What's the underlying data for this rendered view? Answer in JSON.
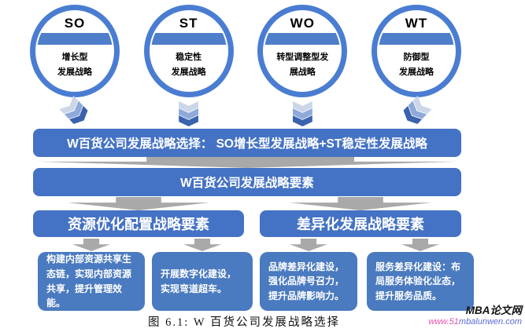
{
  "colors": {
    "accent_blue": "#4472c4",
    "ring_blue": "#4a7dd2",
    "band_blue": "#4f7ecb",
    "box_blue": "#4a7abf",
    "arrow_gray": "#a9a9a9",
    "chevron_light": "#ccd6e9",
    "chevron_mid": "#8ea9da",
    "chevron_dark": "#3a62ad",
    "watermark_pink": "#ef4fae",
    "watermark_blue": "#5a6bd8"
  },
  "circles": [
    {
      "code": "SO",
      "label": "增长型\n发展战略"
    },
    {
      "code": "ST",
      "label": "稳定性\n发展战略"
    },
    {
      "code": "WO",
      "label": "转型调整型发\n展战略"
    },
    {
      "code": "WT",
      "label": "防御型\n发展战略"
    }
  ],
  "banners": {
    "selection": "W百货公司发展战略选择： SO增长型发展战略+ST稳定性发展战略",
    "elements": "W百货公司发展战略要素",
    "left_factor": "资源优化配置战略要素",
    "right_factor": "差异化发展战略要素"
  },
  "boxes": [
    {
      "text": "构建内部资源共享生态链，实现内部资源共享，提升管理效能。"
    },
    {
      "text": "开展数字化建设，实现弯道超车。"
    },
    {
      "text": "品牌差异化建设，强化品牌号召力，提升品牌影响力。"
    },
    {
      "text": "服务差异化建设：布局服务体验化业态，提升服务品质。"
    }
  ],
  "caption": "图 6.1: W 百货公司发展战略选择",
  "watermark": {
    "brand": "MBA论文网",
    "url_prefix": "www.51",
    "url_suffix": "mbalunwen.com"
  }
}
